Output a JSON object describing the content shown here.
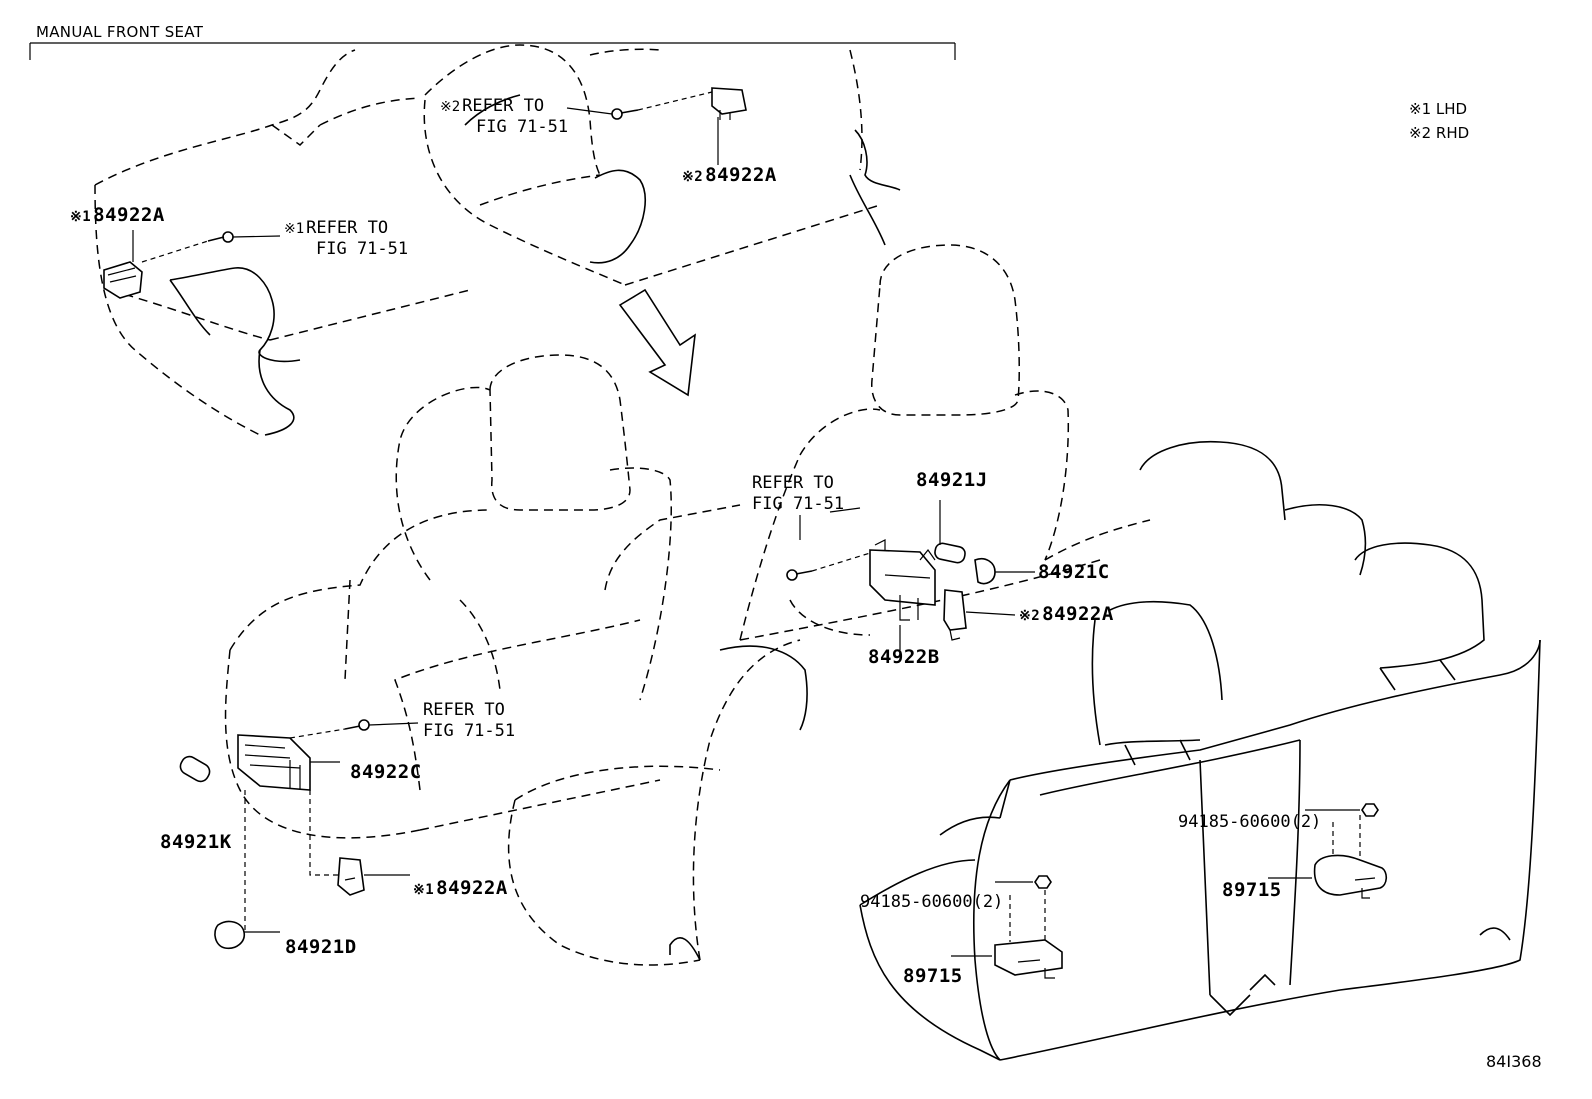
{
  "header": {
    "section_title": "MANUAL FRONT SEAT"
  },
  "legend": [
    {
      "mark": "※1",
      "text": "LHD"
    },
    {
      "mark": "※2",
      "text": "RHD"
    }
  ],
  "labels": {
    "refer_a": {
      "mark": "※2",
      "line1": "REFER TO",
      "line2": "FIG 71-51"
    },
    "part_84922A_top": {
      "mark": "※2",
      "text": "84922A"
    },
    "part_84922A_left": {
      "mark": "※1",
      "text": "84922A"
    },
    "refer_b": {
      "mark": "※1",
      "line1": "REFER TO",
      "line2": "FIG 71-51"
    },
    "refer_c": {
      "line1": "REFER TO",
      "line2": "FIG 71-51"
    },
    "part_84921J": {
      "text": "84921J"
    },
    "part_84921C": {
      "text": "84921C"
    },
    "part_84922A_mid": {
      "mark": "※2",
      "text": "84922A"
    },
    "part_84922B": {
      "text": "84922B"
    },
    "refer_d": {
      "line1": "REFER TO",
      "line2": "FIG 71-51"
    },
    "part_84922C": {
      "text": "84922C"
    },
    "part_84921K": {
      "text": "84921K"
    },
    "part_84922A_low": {
      "mark": "※1",
      "text": "84922A"
    },
    "part_84921D": {
      "text": "84921D"
    },
    "nut_right": {
      "text": "94185-60600(2)"
    },
    "nut_left": {
      "text": "94185-60600(2)"
    },
    "part_89715_right": {
      "text": "89715"
    },
    "part_89715_left": {
      "text": "89715"
    }
  },
  "figure_number": "84I368"
}
